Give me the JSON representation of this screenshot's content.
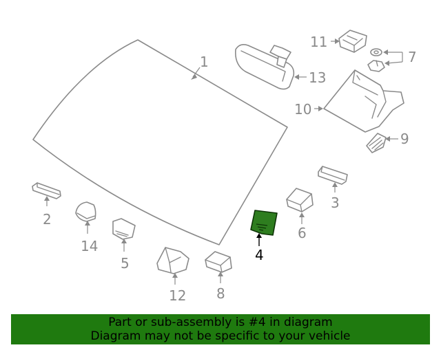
{
  "colors": {
    "banner_background": "#1f7a0f",
    "highlight_part": "#2e7d1f",
    "line_art": "#8a8a8a"
  },
  "callouts": {
    "c1": "1",
    "c2": "2",
    "c3": "3",
    "c4": "4",
    "c5": "5",
    "c6": "6",
    "c7": "7",
    "c8": "8",
    "c9": "9",
    "c10": "10",
    "c11": "11",
    "c12": "12",
    "c13": "13",
    "c14": "14"
  },
  "highlighted_part": "4",
  "banner": {
    "line1": "Part or sub-assembly is #4 in diagram",
    "line2": "Diagram may not be specific to your vehicle"
  }
}
